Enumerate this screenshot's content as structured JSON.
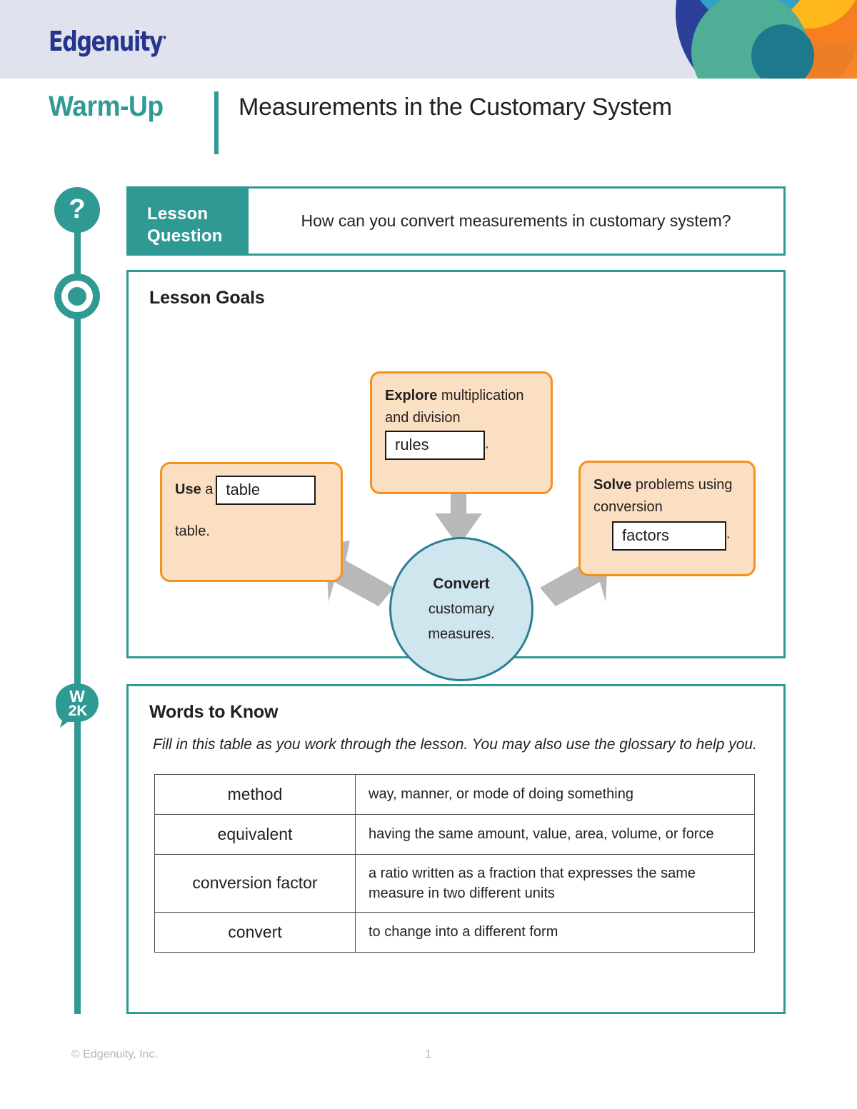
{
  "header": {
    "brand": "Edgenuity",
    "brand_tm": "•",
    "logo_colors": {
      "dark_blue": "#2b3f99",
      "cyan": "#33a0c8",
      "green": "#4fae96",
      "teal_dark": "#1c7a8c",
      "yellow": "#ffb81c",
      "orange": "#f58220",
      "orange_dark": "#ef7622",
      "red": "#e94b49",
      "bg": "#e0e3ed"
    }
  },
  "title": {
    "section_label": "Warm-Up",
    "lesson_title": "Measurements in the Customary System"
  },
  "rail": {
    "question_icon": "question-mark-icon",
    "goal_icon": "target-icon",
    "words_icon": "w2k-speech-bubble-icon",
    "w2k_top": "W",
    "w2k_bottom": "2K"
  },
  "lesson_question": {
    "label_line1": "Lesson",
    "label_line2": "Question",
    "text": "How can you convert measurements in customary system?"
  },
  "lesson_goals": {
    "heading": "Lesson Goals",
    "boxes": [
      {
        "id": "explore",
        "prefix_bold": "Explore",
        "text_before": " multiplication and division",
        "blank_value": "rules",
        "text_after": "."
      },
      {
        "id": "use",
        "prefix_bold": "Use",
        "text_before": " a",
        "blank_value": "table",
        "text_after": "table."
      },
      {
        "id": "solve",
        "prefix_bold": "Solve",
        "text_before": " problems using conversion",
        "blank_value": "factors",
        "text_after": "."
      }
    ],
    "center": {
      "bold": "Convert",
      "line2": "customary",
      "line3": "measures."
    },
    "colors": {
      "box_fill": "#fbdfc2",
      "box_border": "#f5901e",
      "circle_fill": "#cfe6ee",
      "circle_border": "#2a7f95",
      "arrow": "#b8b8b8",
      "panel_border": "#2f9a94"
    }
  },
  "words_to_know": {
    "heading": "Words to Know",
    "note": "Fill in this table as you work through the lesson. You may also use the glossary to help you.",
    "rows": [
      {
        "term": "method",
        "definition": "way, manner, or mode of doing something"
      },
      {
        "term": "equivalent",
        "definition": "having the same amount, value, area, volume, or force"
      },
      {
        "term": "conversion factor",
        "definition": "a ratio written as a fraction that expresses the same measure in two different units"
      },
      {
        "term": "convert",
        "definition": "to change into a different form"
      }
    ]
  },
  "footer": {
    "copyright": "© Edgenuity, Inc.",
    "page_number": "1"
  }
}
